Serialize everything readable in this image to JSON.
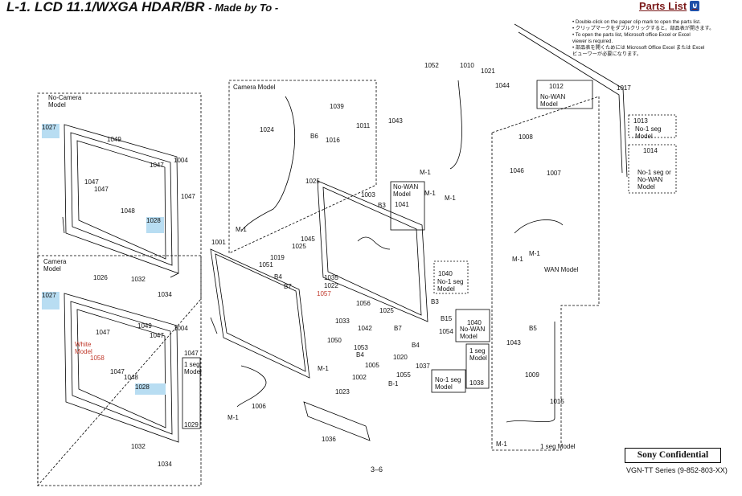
{
  "header": {
    "title": "L-1. LCD 11.1/WXGA HDAR/BR",
    "title_suffix": "- Made by To -",
    "parts_list_label": "Parts List"
  },
  "notes": [
    "• Double-click on the paper clip mark to open the parts list.",
    "• クリップマークをダブルクリックすると，部品表が開きます。",
    "• To open the parts list, Microsoft office Excel or Excel",
    "   viewer is required.",
    "• 部品表を開くためには Microsoft Office Excel または Excel",
    "   ビューワーが必要になります。"
  ],
  "footer": {
    "confidential": "Sony Confidential",
    "series": "VGN-TT Series (9-852-803-XX)",
    "page": "3–6"
  },
  "groups": {
    "no_camera": "No-Camera\nModel",
    "camera_left": "Camera\nModel",
    "camera_model": "Camera Model",
    "no_wan_top": "No-WAN\nModel",
    "no_wan_1041": "No-WAN\nModel",
    "no_wan_1040": "No-WAN\nModel",
    "wan_model": "WAN Model",
    "no1seg_1013": "No-1 seg\nModel",
    "no1seg_1014": "No-1 seg or\nNo-WAN\nModel",
    "no1seg_1040": "No-1 seg\nModel",
    "one_seg_1038": "1 seg\nModel",
    "one_seg_1029": "1 seg\nModel",
    "no1seg_1037": "No-1 seg\nModel",
    "one_seg_bottom": "1 seg Model",
    "white_model": "White\nModel"
  },
  "parts": {
    "p1027a": "1027",
    "p1049a": "1049",
    "p1047a": "1047",
    "p1004a": "1004",
    "p1047b": "1047",
    "p1047c": "1047",
    "p1047d": "1047",
    "p1048a": "1048",
    "p1028a": "1028",
    "p1032a": "1032",
    "p1034a": "1034",
    "p1026": "1026",
    "p1027b": "1027",
    "p1047e": "1047",
    "p1049b": "1049",
    "p1004b": "1004",
    "p1047f": "1047",
    "p1047g": "1047",
    "p1047h": "1047",
    "p1048b": "1048",
    "p1058": "1058",
    "p1028b": "1028",
    "p1029": "1029",
    "p1032b": "1032",
    "p1034b": "1034",
    "p1024": "1024",
    "p1039": "1039",
    "p1011": "1011",
    "pB6": "B6",
    "p1016": "1016",
    "p1025a": "1025",
    "p1003": "1003",
    "pB3a": "B3",
    "p1041": "1041",
    "p1045": "1045",
    "p1001": "1001",
    "p1025b": "1025",
    "p1019": "1019",
    "p1051": "1051",
    "pB4a": "B4",
    "pB7a": "B7",
    "p1035": "1035",
    "p1022": "1022",
    "p1057": "1057",
    "p1033": "1033",
    "p1056": "1056",
    "p1025c": "1025",
    "pB3b": "B3",
    "p1040a": "1040",
    "p1040b": "1040",
    "pB15": "B15",
    "p1054": "1054",
    "p1042": "1042",
    "pB7b": "B7",
    "p1050": "1050",
    "p1053": "1053",
    "pB4b": "B4",
    "pB4c": "B4",
    "p1020": "1020",
    "p1005": "1005",
    "p1002": "1002",
    "p1055": "1055",
    "p1023": "1023",
    "p1006": "1006",
    "p1036": "1036",
    "p1037": "1037",
    "p1038": "1038",
    "pB1": "B-1",
    "p1052": "1052",
    "p1010": "1010",
    "p1021": "1021",
    "p1044": "1044",
    "p1043a": "1043",
    "p1012": "1012",
    "p1017": "1017",
    "p1013": "1013",
    "p1014": "1014",
    "p1008": "1008",
    "p1046": "1046",
    "p1007": "1007",
    "pB5": "B5",
    "p1043b": "1043",
    "p1009": "1009",
    "p1015": "1015",
    "m1a": "M-1",
    "m1b": "M-1",
    "m1c": "M-1",
    "m1d": "M-1",
    "m1e": "M-1",
    "m1f": "M-1",
    "m1g": "M-1",
    "m1h": "M-1",
    "m1i": "M-1"
  },
  "colors": {
    "highlight": "#b8ddf2",
    "red_label": "#c0392b",
    "parts_list": "#7a1a1a",
    "icon_blue": "#1f4fa8"
  }
}
